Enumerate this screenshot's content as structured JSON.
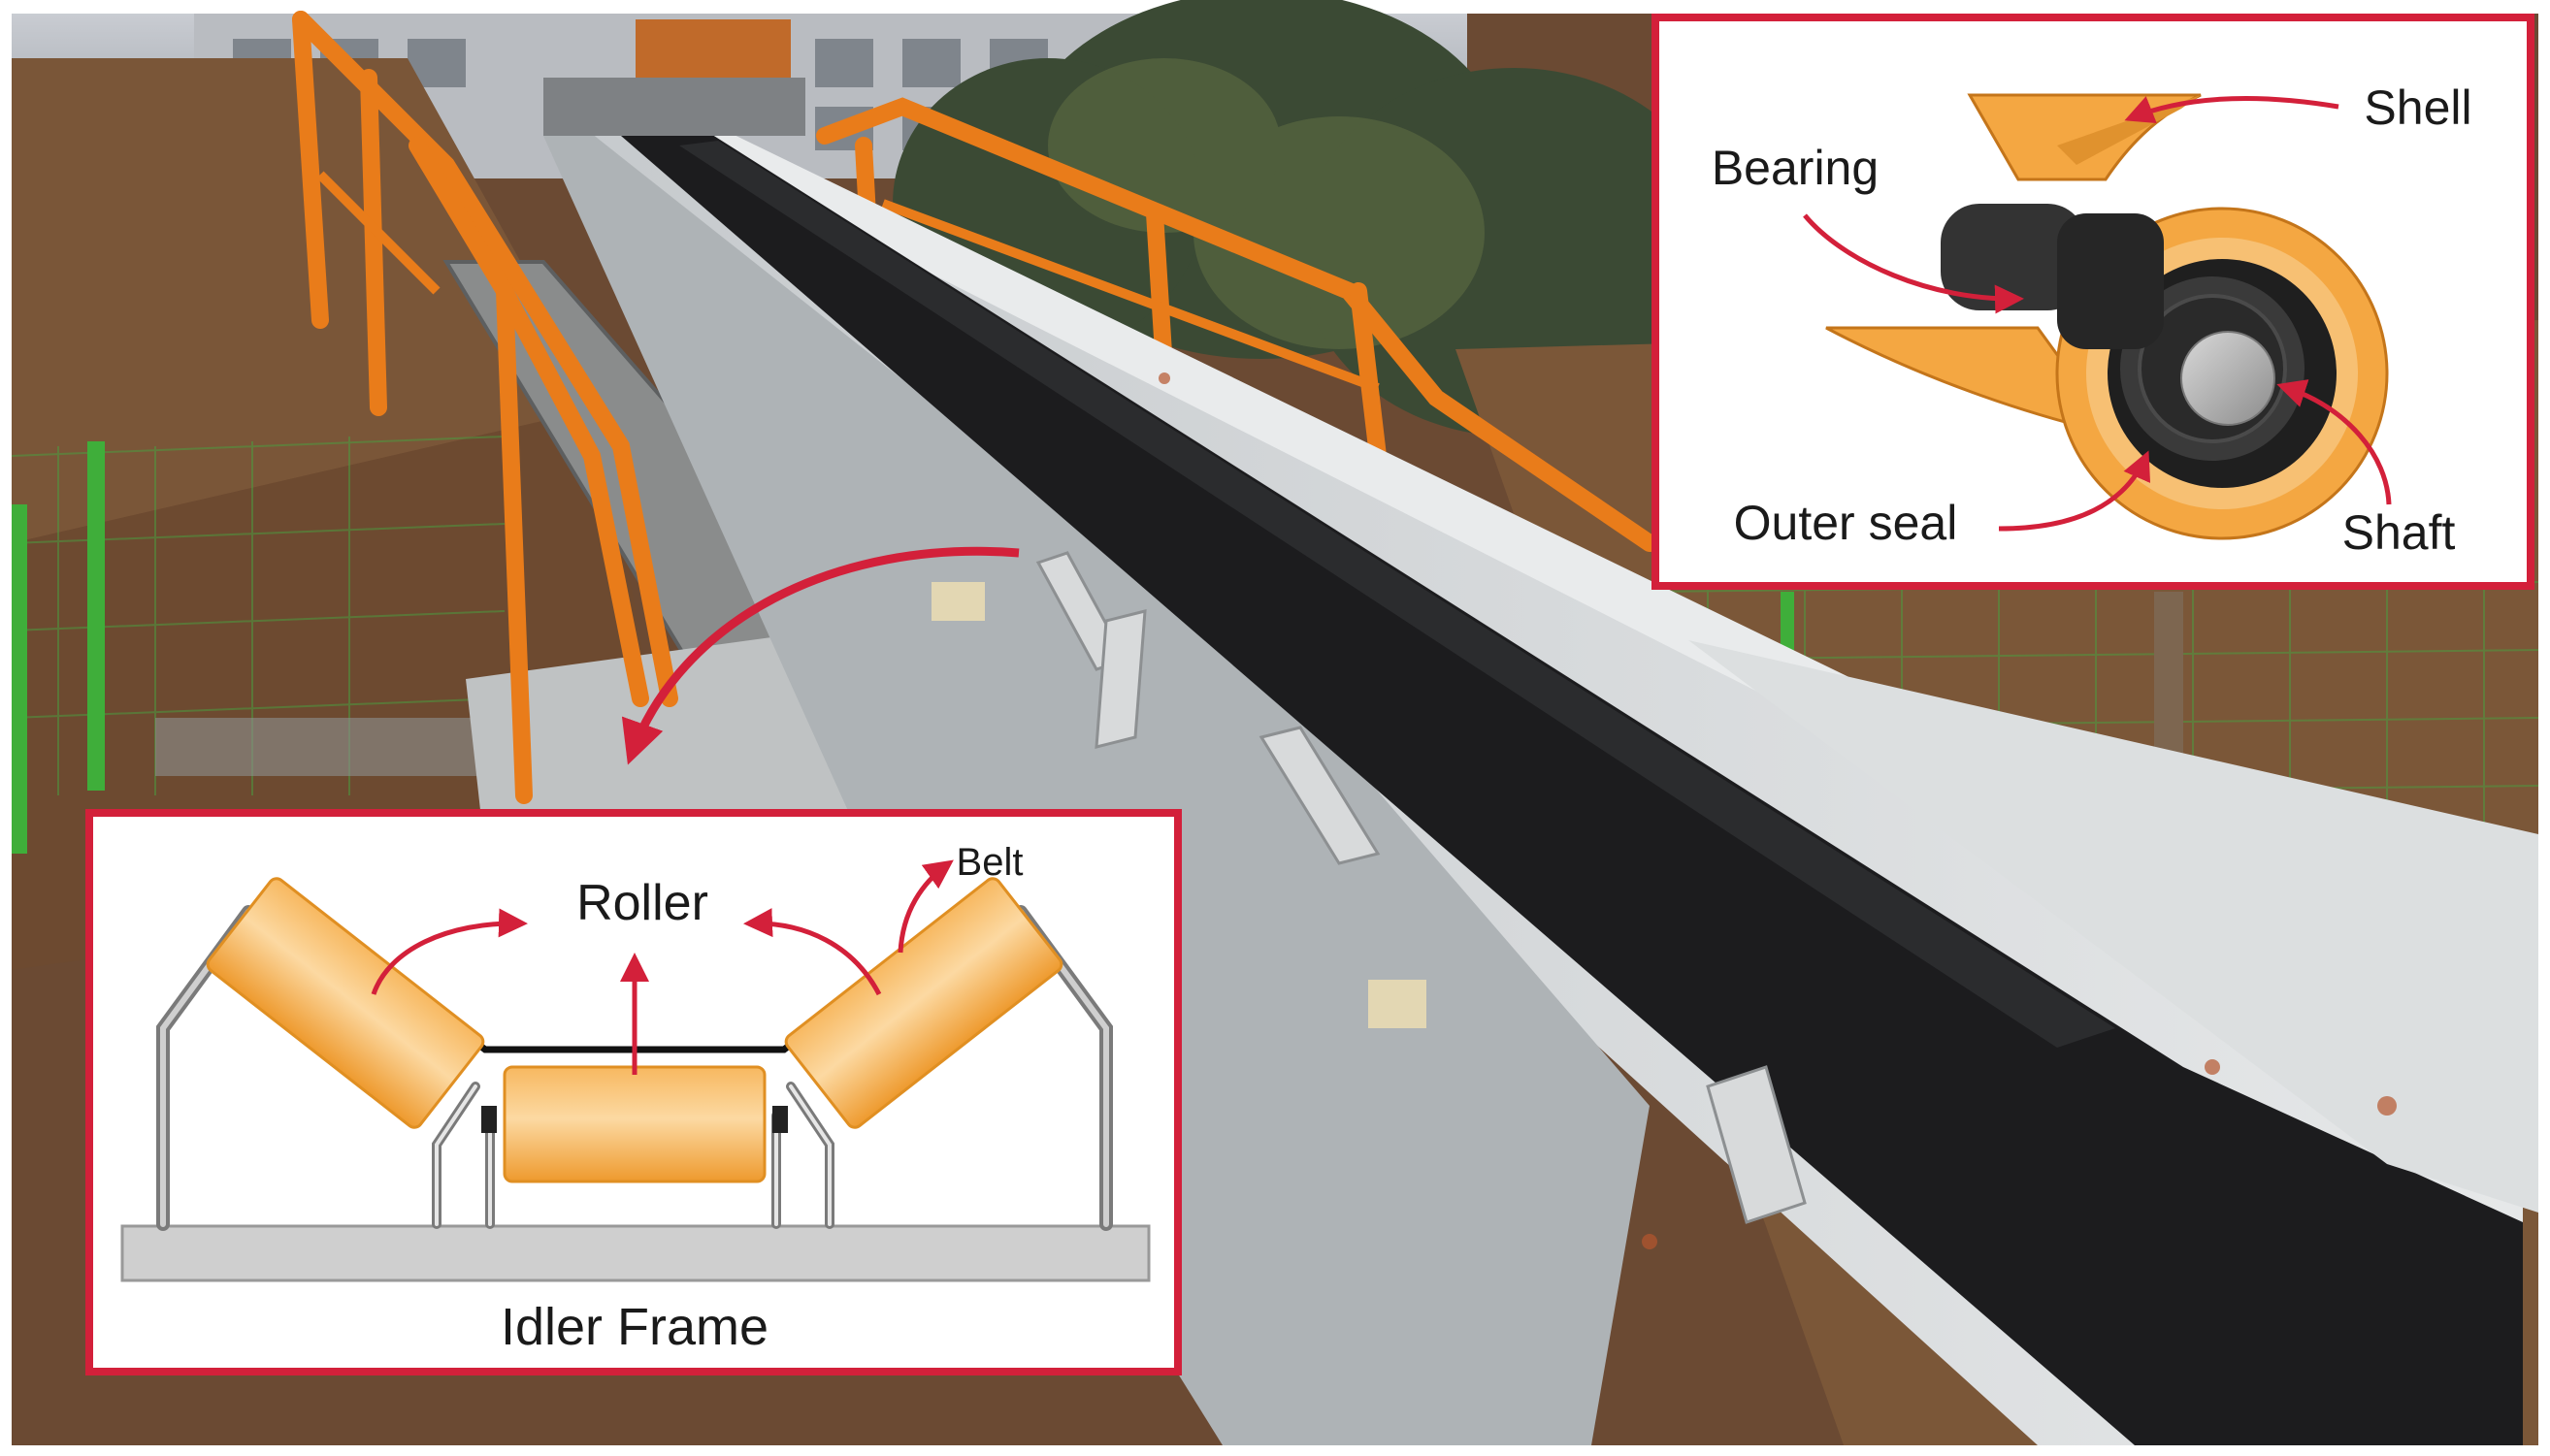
{
  "colors": {
    "roller_orange": "#F4A742",
    "callout_red": "#D3203A",
    "belt_black": "#1c1c1e",
    "frame_gray": "#cfcfcf",
    "railing_orange": "#E97C1A",
    "fence_green": "#3fae3a"
  },
  "idler_inset": {
    "labels": {
      "roller": "Roller",
      "belt": "Belt",
      "idler_frame": "Idler Frame"
    }
  },
  "bearing_inset": {
    "labels": {
      "shell": "Shell",
      "bearing": "Bearing",
      "outer_seal": "Outer seal",
      "shaft": "Shaft"
    }
  }
}
